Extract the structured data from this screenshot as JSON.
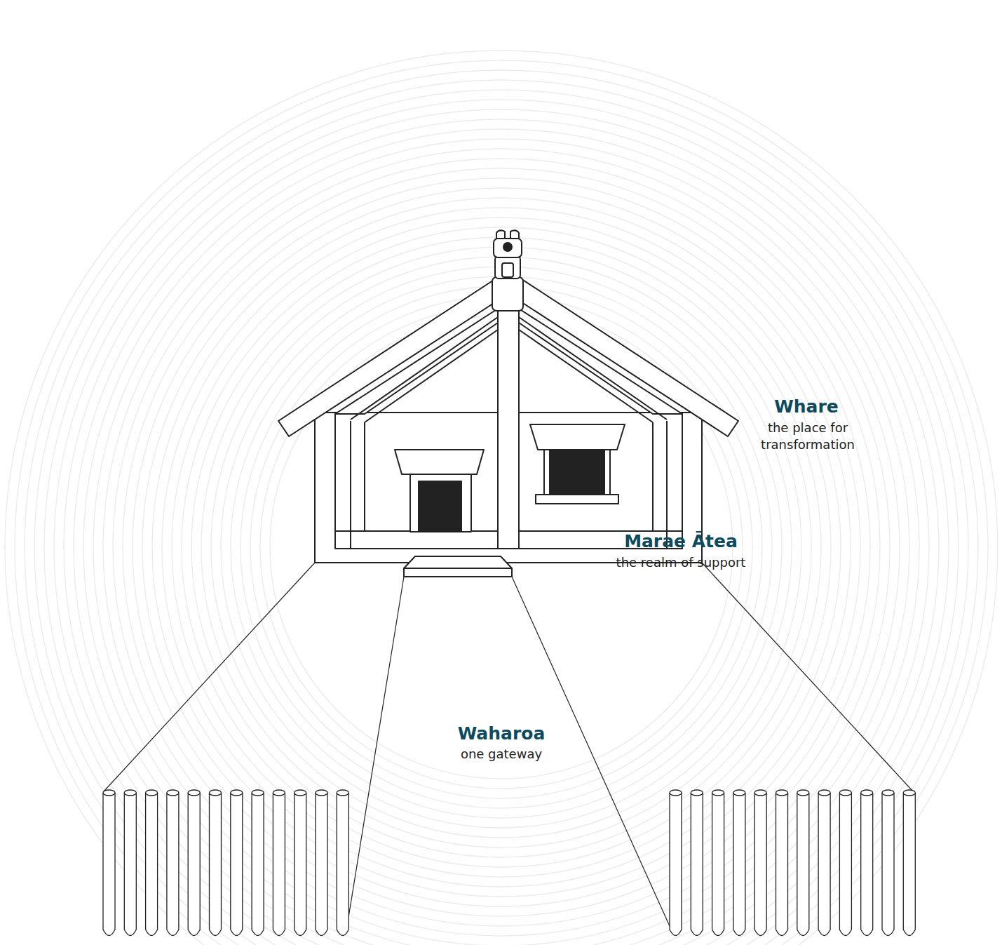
{
  "diagram": {
    "labels": [
      "Whare",
      "the place for transformation",
      "Marae Ātea",
      "the realm of support",
      "Waharoa",
      "one gateway"
    ]
  }
}
